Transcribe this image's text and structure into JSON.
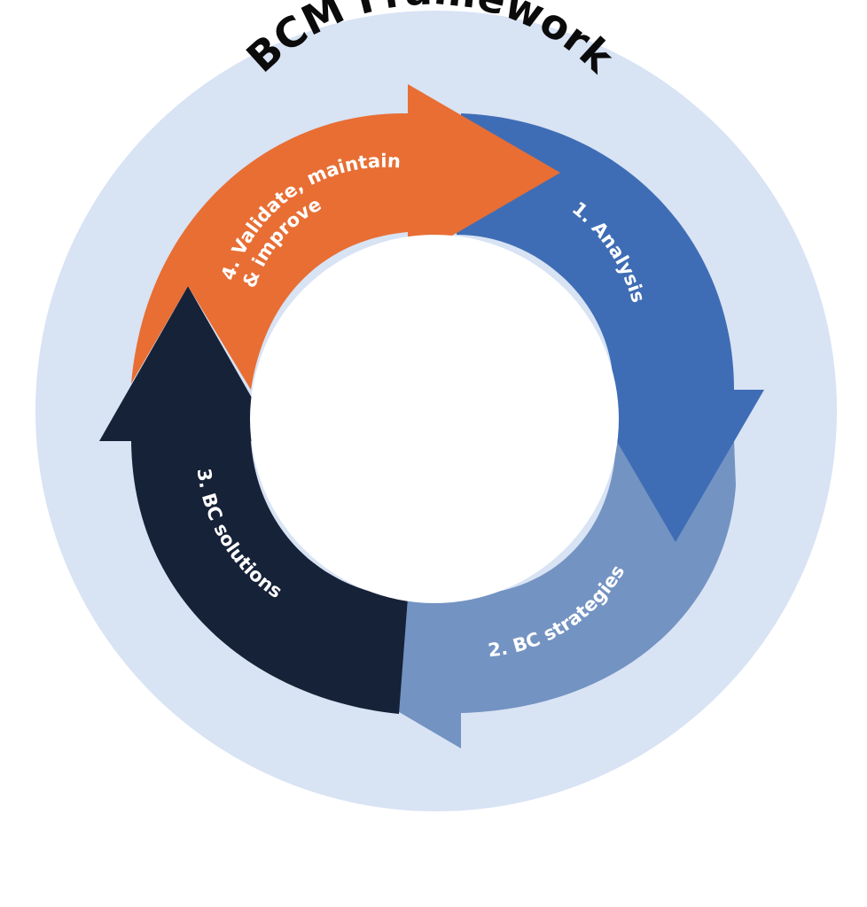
{
  "title": "BCM Framework",
  "stages": [
    {
      "label": "1. Analysis",
      "color": "#3f6db5"
    },
    {
      "label": "2. BC strategies",
      "color": "#7393c2"
    },
    {
      "label": "3. BC solutions",
      "color": "#162238"
    },
    {
      "label_line1": "4. Validate, maintain",
      "label_line2": "& improve",
      "color": "#e86e34"
    }
  ],
  "colors": {
    "outer_disc": "#d8e3f4",
    "center": "#ffffff"
  }
}
